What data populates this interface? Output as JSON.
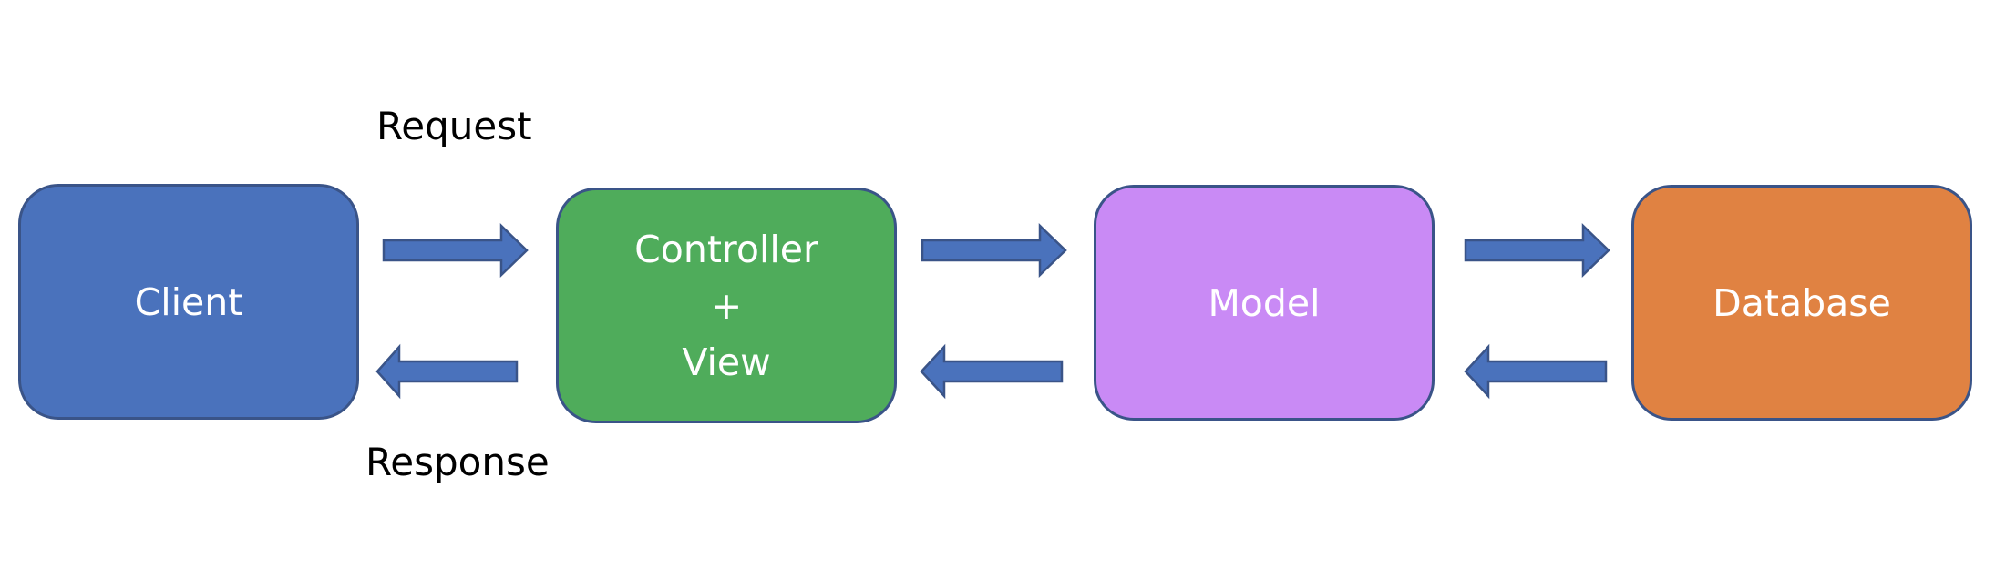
{
  "diagram": {
    "nodes": [
      {
        "id": "client",
        "lines": [
          "Client"
        ],
        "color": "#4a72bc"
      },
      {
        "id": "controller",
        "lines": [
          "Controller",
          "+",
          "View"
        ],
        "color": "#4fac5b"
      },
      {
        "id": "model",
        "lines": [
          "Model"
        ],
        "color": "#c98af5"
      },
      {
        "id": "database",
        "lines": [
          "Database"
        ],
        "color": "#e08242"
      }
    ],
    "edge_labels": {
      "request": "Request",
      "response": "Response"
    },
    "edges": [
      {
        "from": "client",
        "to": "controller",
        "direction": "forward"
      },
      {
        "from": "controller",
        "to": "client",
        "direction": "backward"
      },
      {
        "from": "controller",
        "to": "model",
        "direction": "forward"
      },
      {
        "from": "model",
        "to": "controller",
        "direction": "backward"
      },
      {
        "from": "model",
        "to": "database",
        "direction": "forward"
      },
      {
        "from": "database",
        "to": "model",
        "direction": "backward"
      }
    ],
    "arrow_color": "#4a72bc",
    "border_color": "#3a5488"
  }
}
